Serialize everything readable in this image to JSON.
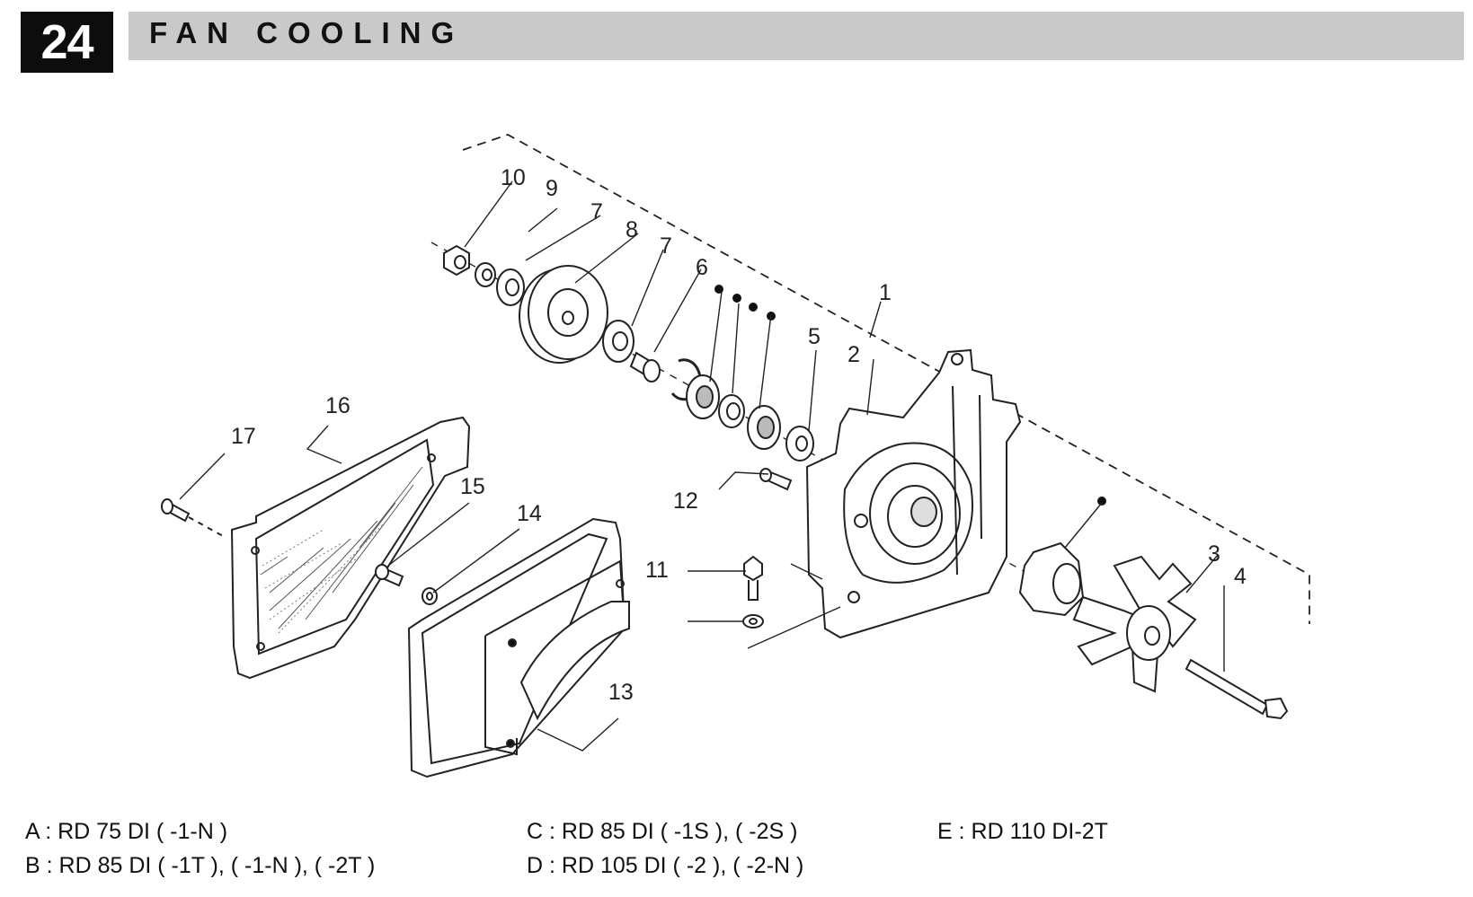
{
  "header": {
    "page_number": "24",
    "title": "FAN COOLING"
  },
  "callouts": [
    "1",
    "2",
    "3",
    "4",
    "5",
    "6",
    "7",
    "7",
    "8",
    "9",
    "10",
    "11",
    "12",
    "13",
    "14",
    "15",
    "16",
    "17"
  ],
  "legend": {
    "a": "A : RD 75 DI ( -1-N )",
    "b": "B : RD 85 DI ( -1T ), ( -1-N ), ( -2T )",
    "c": "C : RD 85 DI ( -1S ), ( -2S )",
    "d": "D : RD 105 DI ( -2 ), ( -2-N )",
    "e": "E : RD 110 DI-2T"
  }
}
